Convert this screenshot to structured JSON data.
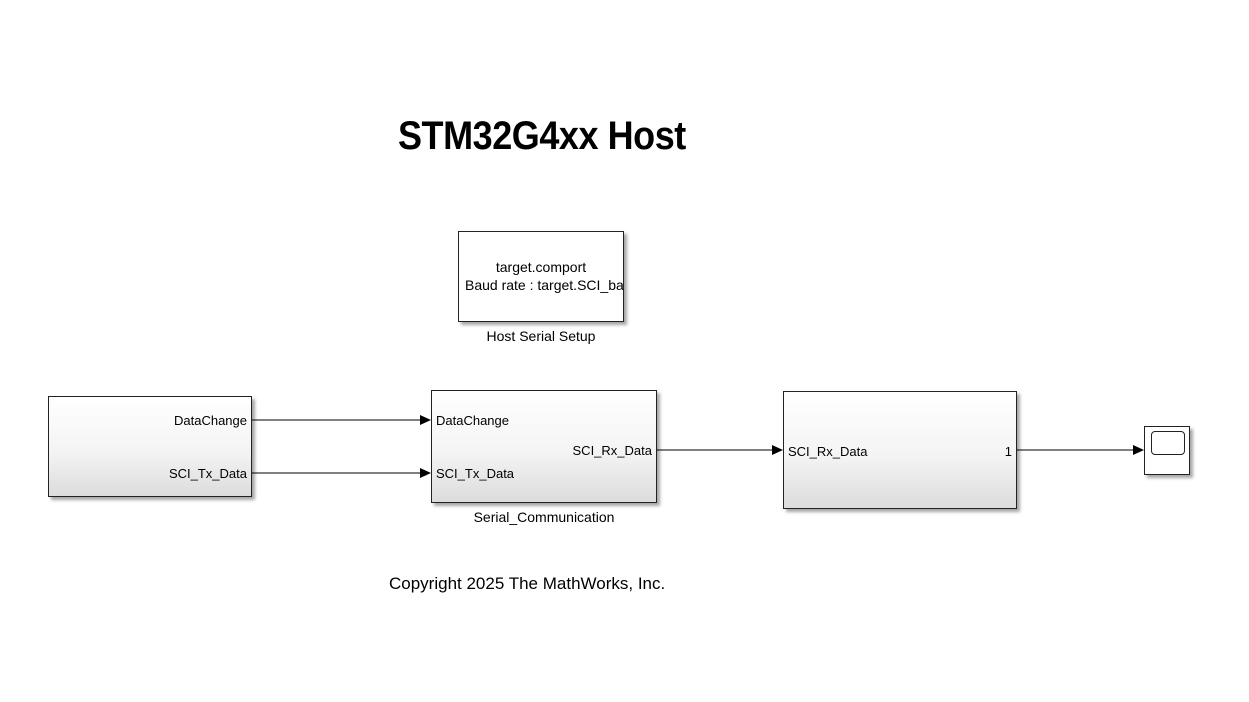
{
  "title": "STM32G4xx Host",
  "host_serial_setup": {
    "line1": "target.comport",
    "line2": "Baud rate : target.SCI_baud_rate",
    "caption": "Host Serial Setup"
  },
  "source_block": {
    "out_ports": [
      "DataChange",
      "SCI_Tx_Data"
    ]
  },
  "serial_comm_block": {
    "in_ports": [
      "DataChange",
      "SCI_Tx_Data"
    ],
    "out_port": "SCI_Rx_Data",
    "caption": "Serial_Communication"
  },
  "subsystem_block": {
    "in_port": "SCI_Rx_Data",
    "out_port": "1"
  },
  "scope_block": {
    "icon": "scope-icon"
  },
  "copyright": "Copyright 2025 The MathWorks, Inc."
}
